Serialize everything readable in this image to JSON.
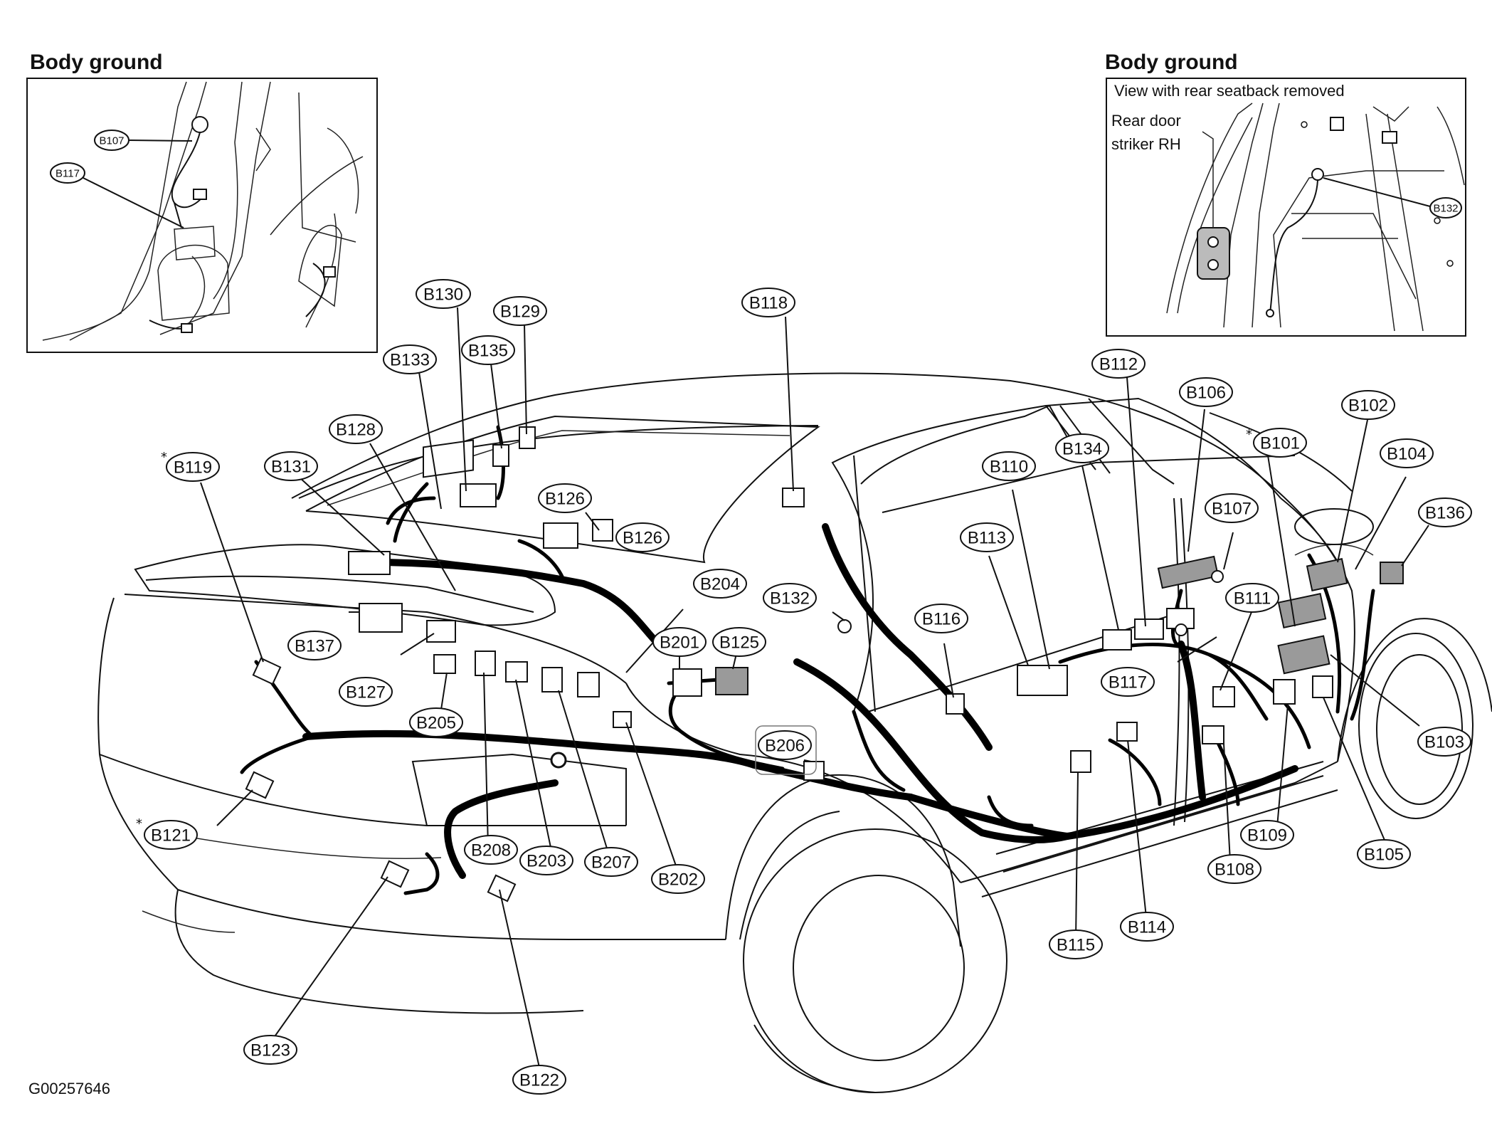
{
  "diagram": {
    "inset_left_title": "Body ground",
    "inset_right_title": "Body ground",
    "inset_right_note": "View with rear seatback removed",
    "inset_right_label_line1": "Rear door",
    "inset_right_label_line2": "striker RH",
    "figure_id": "G00257646",
    "inset_left_labels": [
      "B107",
      "B117"
    ],
    "inset_right_labels": [
      "B132"
    ],
    "labels": [
      "B130",
      "B129",
      "B135",
      "B133",
      "B118",
      "B128",
      "B119",
      "B131",
      "B126",
      "B126",
      "B112",
      "B106",
      "B102",
      "B101",
      "B104",
      "B134",
      "B110",
      "B107",
      "B136",
      "B113",
      "B204",
      "B132",
      "B116",
      "B111",
      "B201",
      "B125",
      "B137",
      "B127",
      "B205",
      "B117",
      "B103",
      "B206",
      "B121",
      "B208",
      "B203",
      "B207",
      "B202",
      "B109",
      "B105",
      "B108",
      "B115",
      "B114",
      "B123",
      "B122"
    ],
    "starred": [
      "B119",
      "B121",
      "B101"
    ],
    "star_symbol": "*"
  }
}
